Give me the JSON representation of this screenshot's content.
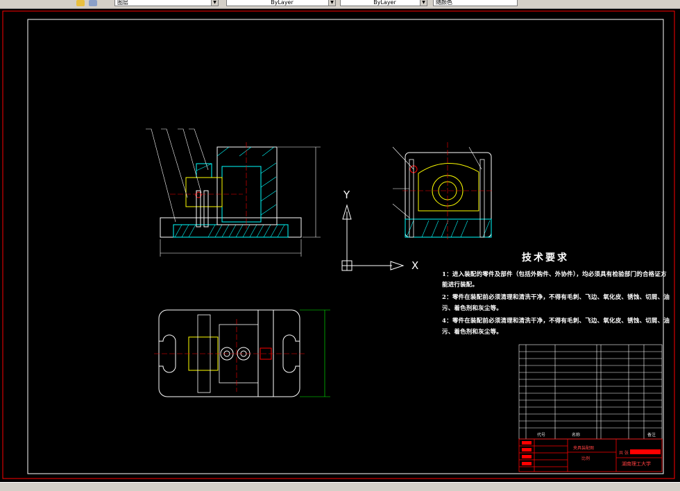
{
  "toolbar": {
    "layer_combo": "图层",
    "color_combo": "ByLayer",
    "linetype_combo": "ByLayer",
    "lineweight_combo": "随颜色"
  },
  "drawing": {
    "axis_y": "Y",
    "axis_x": "X",
    "tech_req_title": "技术要求",
    "tech_req_lines": [
      "1：进入装配的零件及部件（包括外购件、外协件），均必须具有检验部门的合格证方",
      "能进行装配。",
      "2：零件在装配前必须清理和清洗干净，不得有毛刺、飞边、氧化皮、锈蚀、切屑、油",
      "污、着色剂和灰尘等。",
      "4：零件在装配前必须清理和清洗干净，不得有毛刺、飞边、氧化皮、锈蚀、切屑、油",
      "污、着色剂和灰尘等。"
    ],
    "title_block": {
      "col_code": "代号",
      "col_name": "名称",
      "col_remark": "备注",
      "assembly_name": "夹具装配图",
      "scale_label": "比例",
      "company": "湖南理工大学",
      "sheet": "共 张"
    },
    "colors": {
      "frame": "#ff0000",
      "border": "#ffffff",
      "part": "#00ffff",
      "center": "#ff0000",
      "dimension": "#00ff00",
      "fixture": "#ffff00"
    }
  }
}
